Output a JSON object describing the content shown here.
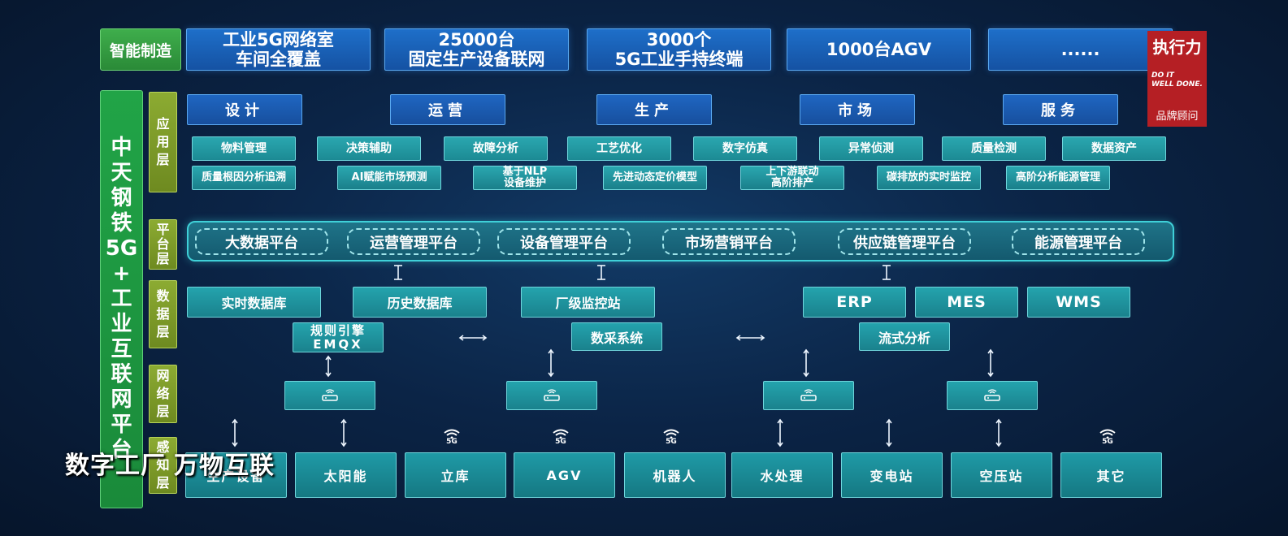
{
  "header": {
    "title": "智能制造",
    "cards": [
      {
        "line1": "工业5G网络室",
        "line2": "车间全覆盖"
      },
      {
        "line1": "25000台",
        "line2": "固定生产设备联网"
      },
      {
        "line1": "3000个",
        "line2": "5G工业手持终端"
      },
      {
        "line1": "1000台AGV",
        "line2": ""
      },
      {
        "line1": "......",
        "line2": ""
      }
    ]
  },
  "platform_name": [
    "中",
    "天",
    "钢",
    "铁",
    "5G",
    "+",
    "工",
    "业",
    "互",
    "联",
    "网",
    "平",
    "台"
  ],
  "layers": {
    "app": [
      "应",
      "用",
      "层"
    ],
    "platform": [
      "平",
      "台",
      "层"
    ],
    "data": [
      "数",
      "据",
      "层"
    ],
    "network": [
      "网",
      "络",
      "层"
    ],
    "perception": [
      "感",
      "知",
      "层"
    ]
  },
  "app_categories": [
    "设计",
    "运营",
    "生产",
    "市场",
    "服务"
  ],
  "apps_row1": [
    "物料管理",
    "决策辅助",
    "故障分析",
    "工艺优化",
    "数字仿真",
    "异常侦测",
    "质量检测",
    "数据资产"
  ],
  "apps_row2": [
    {
      "l1": "质量根因分析追溯",
      "l2": ""
    },
    {
      "l1": "AI赋能市场预测",
      "l2": ""
    },
    {
      "l1": "基于NLP",
      "l2": "设备维护"
    },
    {
      "l1": "先进动态定价模型",
      "l2": ""
    },
    {
      "l1": "上下游联动",
      "l2": "高阶排产"
    },
    {
      "l1": "碳排放的实时监控",
      "l2": ""
    },
    {
      "l1": "高阶分析能源管理",
      "l2": ""
    }
  ],
  "platforms": [
    "大数据平台",
    "运营管理平台",
    "设备管理平台",
    "市场营销平台",
    "供应链管理平台",
    "能源管理平台"
  ],
  "data_row1": [
    "实时数据库",
    "历史数据库",
    "厂级监控站",
    "ERP",
    "MES",
    "WMS"
  ],
  "data_row2": [
    {
      "l1": "规则引擎",
      "l2": "EMQX"
    },
    {
      "l1": "数采系统",
      "l2": ""
    },
    {
      "l1": "流式分析",
      "l2": ""
    }
  ],
  "devices": [
    "生产设备",
    "太阳能",
    "立库",
    "AGV",
    "机器人",
    "水处理",
    "变电站",
    "空压站",
    "其它"
  ],
  "icons": {
    "network": "router-icon",
    "wireless": "5g-wifi-icon"
  },
  "wifi_label": "5G",
  "brand": {
    "name": "执行力",
    "slogan1": "DO IT",
    "slogan2": "WELL DONE.",
    "role": "品牌顾问"
  },
  "caption": {
    "left": "数字工厂",
    "right": "万物互联"
  },
  "colors": {
    "header_blue": "#1e6fc9",
    "green": "#21a447",
    "olive": "#8cab32",
    "teal": "#24a3ad",
    "brand_red": "#b51f24"
  }
}
